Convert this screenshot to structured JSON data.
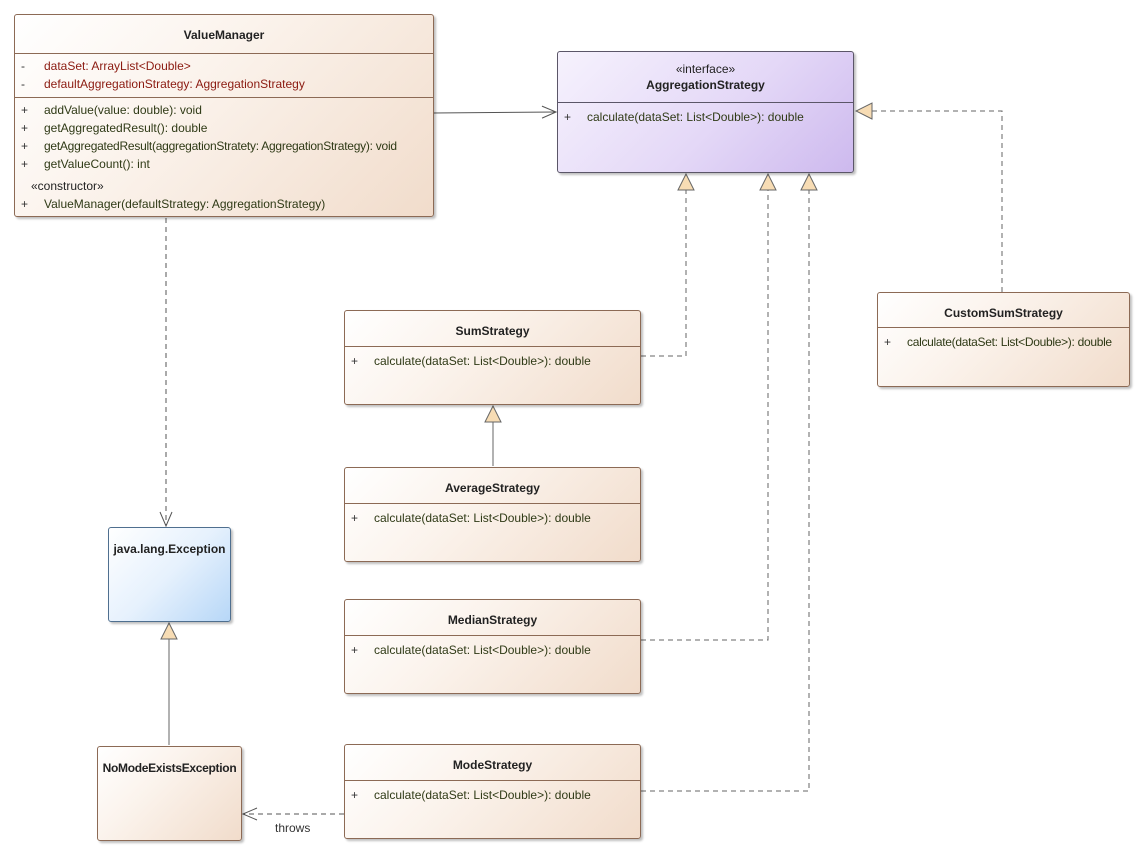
{
  "value_manager": {
    "name": "ValueManager",
    "attributes": [
      {
        "vis": "-",
        "text": "dataSet: ArrayList<Double>"
      },
      {
        "vis": "-",
        "text": "defaultAggregationStrategy: AggregationStrategy"
      }
    ],
    "operations": [
      {
        "vis": "+",
        "text": "addValue(value: double): void"
      },
      {
        "vis": "+",
        "text": "getAggregatedResult(): double"
      },
      {
        "vis": "+",
        "text": "getAggregatedResult(aggregationStratety: AggregationStrategy): void"
      },
      {
        "vis": "+",
        "text": "getValueCount(): int"
      }
    ],
    "constructor_stereotype": "«constructor»",
    "constructor": {
      "vis": "+",
      "text": "ValueManager(defaultStrategy: AggregationStrategy)"
    }
  },
  "aggregation_strategy": {
    "stereotype": "«interface»",
    "name": "AggregationStrategy",
    "operation": {
      "vis": "+",
      "text": "calculate(dataSet: List<Double>): double"
    }
  },
  "sum_strategy": {
    "name": "SumStrategy",
    "operation": {
      "vis": "+",
      "text": "calculate(dataSet: List<Double>): double"
    }
  },
  "average_strategy": {
    "name": "AverageStrategy",
    "operation": {
      "vis": "+",
      "text": "calculate(dataSet: List<Double>): double"
    }
  },
  "median_strategy": {
    "name": "MedianStrategy",
    "operation": {
      "vis": "+",
      "text": "calculate(dataSet: List<Double>): double"
    }
  },
  "mode_strategy": {
    "name": "ModeStrategy",
    "operation": {
      "vis": "+",
      "text": "calculate(dataSet: List<Double>): double"
    }
  },
  "custom_sum_strategy": {
    "name": "CustomSumStrategy",
    "operation": {
      "vis": "+",
      "text": "calculate(dataSet: List<Double>): double"
    }
  },
  "java_exception": {
    "name": "java.lang.Exception"
  },
  "no_mode_exception": {
    "name": "NoModeExistsException"
  },
  "throws_label": "throws",
  "colors": {
    "class_fill": "#f1dccb",
    "interface_fill": "#cdb9ee",
    "exception_fill": "#b7d7f7",
    "arrowhead_fill": "#f7dcb4"
  }
}
